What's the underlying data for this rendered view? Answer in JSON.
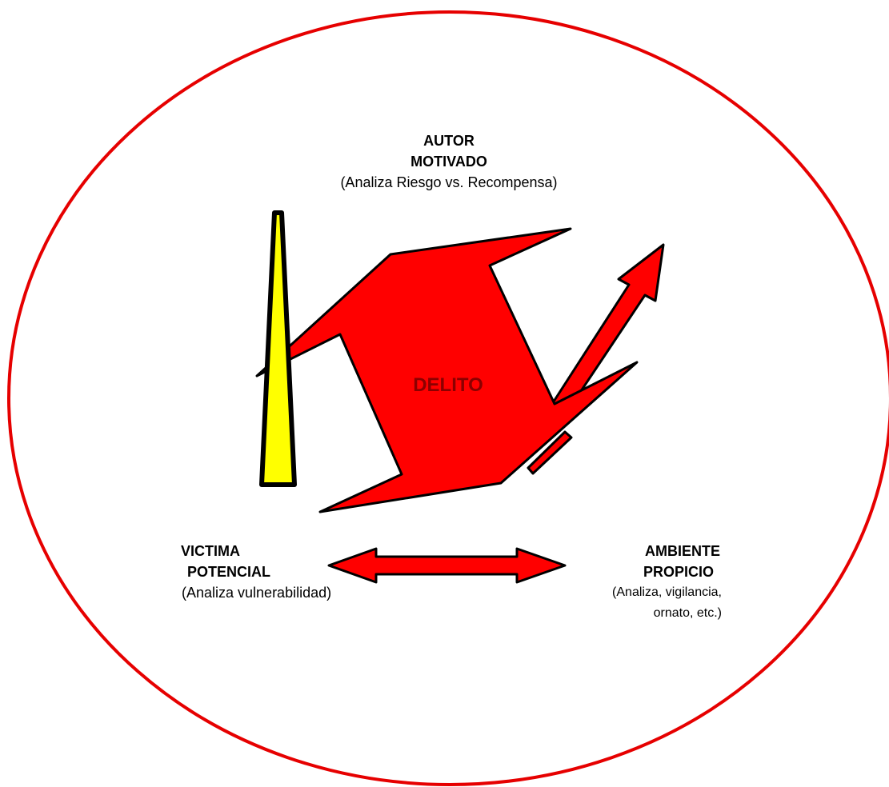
{
  "colors": {
    "ellipse_stroke": "#e60000",
    "shape_fill": "#ff0000",
    "pointer_fill": "#ffff00",
    "outline": "#000000",
    "delito_text": "#8b0000"
  },
  "autor": {
    "title_line1": "AUTOR",
    "title_line2": "MOTIVADO",
    "subtitle": "(Analiza Riesgo vs. Recompensa)"
  },
  "delito": {
    "label": "DELITO"
  },
  "victima": {
    "title_line1": "VICTIMA",
    "title_line2": "POTENCIAL",
    "subtitle": "(Analiza vulnerabilidad)"
  },
  "ambiente": {
    "title_line1": "AMBIENTE",
    "title_line2": "PROPICIO",
    "subtitle_line1": "(Analiza, vigilancia,",
    "subtitle_line2": "ornato, etc.)"
  }
}
